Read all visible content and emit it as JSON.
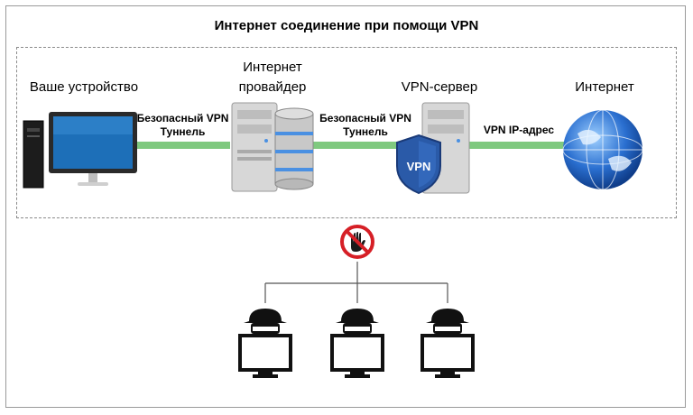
{
  "title": "Интернет соединение при помощи VPN",
  "labels": {
    "device": "Ваше устройство",
    "isp_line1": "Интернет",
    "isp_line2": "провайдер",
    "vpn_server": "VPN-сервер",
    "internet": "Интернет"
  },
  "tunnels": {
    "tunnel1_line1": "Безопасный VPN",
    "tunnel1_line2": "Туннель",
    "tunnel2_line1": "Безопасный VPN",
    "tunnel2_line2": "Туннель",
    "vpn_ip": "VPN IP-адрес"
  },
  "shield_text": "VPN",
  "colors": {
    "tunnel": "#7fc97f",
    "screen": "#1d6fb8",
    "shield": "#2a5aa8",
    "stop": "#d61f26",
    "globe": "#2a6fd0"
  }
}
